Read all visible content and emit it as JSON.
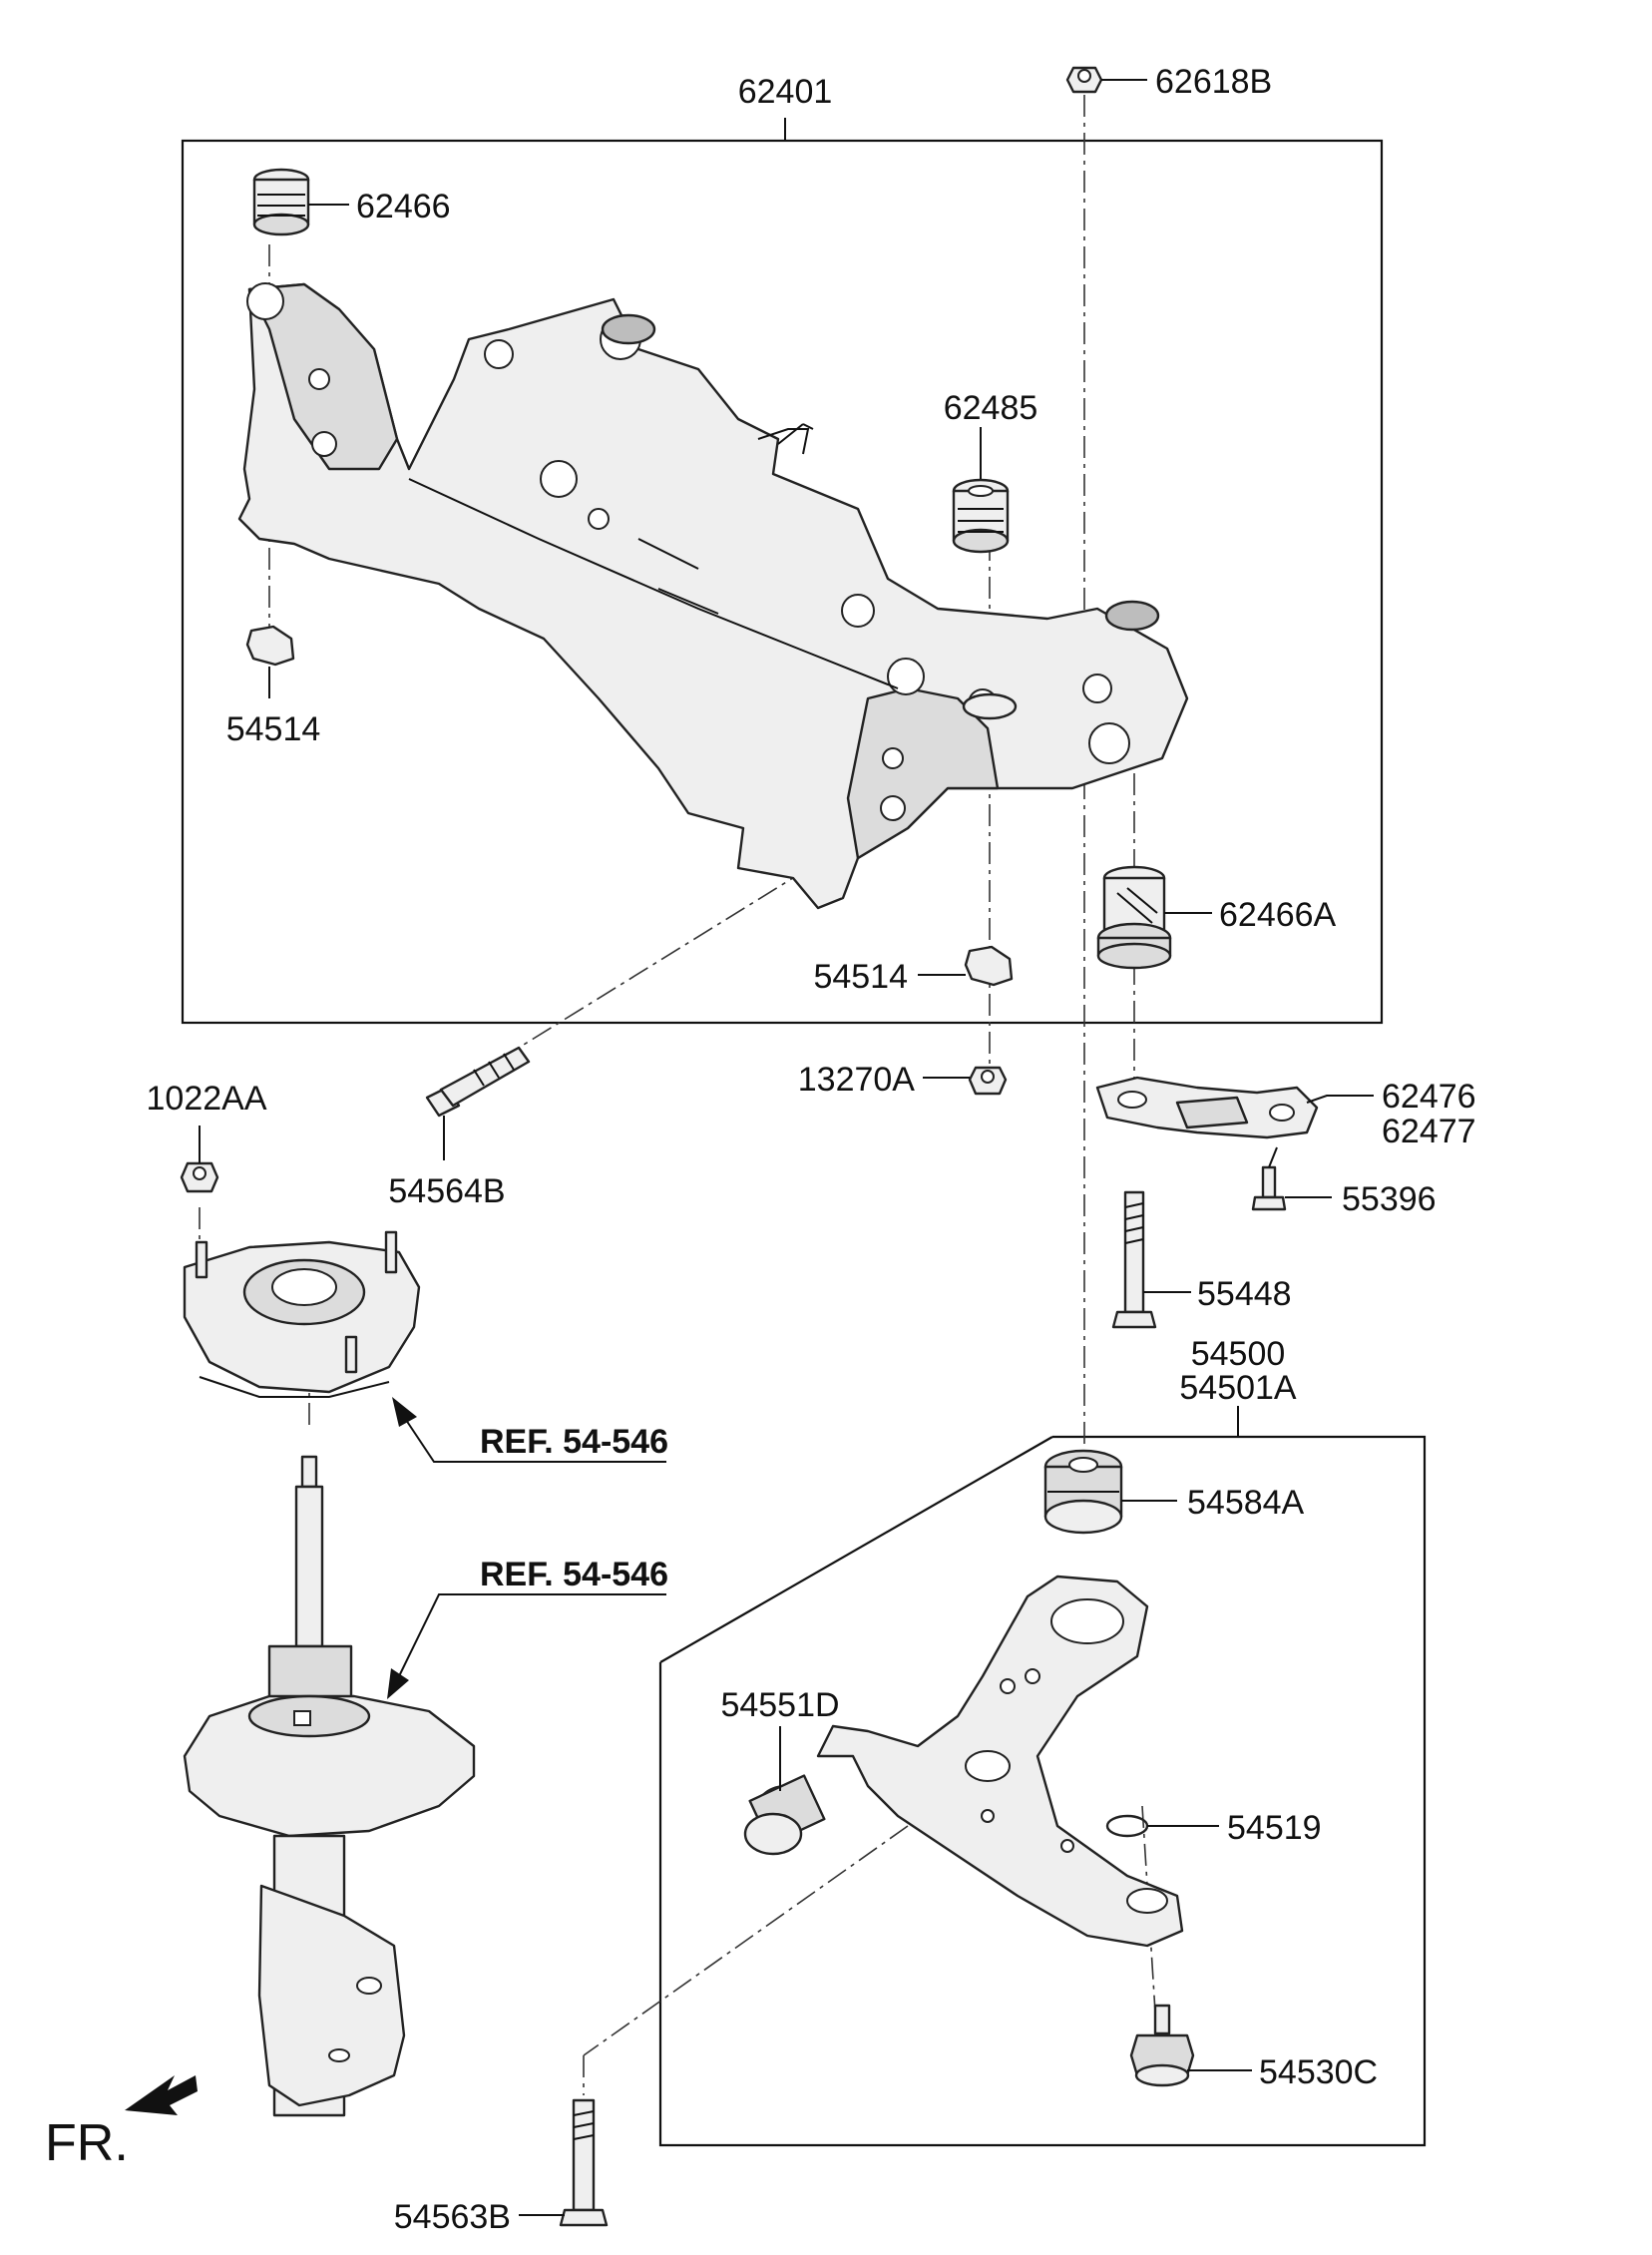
{
  "labels": {
    "p62401": "62401",
    "p62618B": "62618B",
    "p62466": "62466",
    "p62485": "62485",
    "p54514a": "54514",
    "p54514b": "54514",
    "p62466A": "62466A",
    "p13270A": "13270A",
    "p1022AA": "1022AA",
    "p54564B": "54564B",
    "p62476": "62476",
    "p62477": "62477",
    "p55396": "55396",
    "p55448": "55448",
    "p54500": "54500",
    "p54501A": "54501A",
    "p54584A": "54584A",
    "p54551D": "54551D",
    "p54519": "54519",
    "p54530C": "54530C",
    "p54563B": "54563B",
    "ref1": "REF. 54-546",
    "ref2": "REF. 54-546",
    "fr": "FR."
  }
}
